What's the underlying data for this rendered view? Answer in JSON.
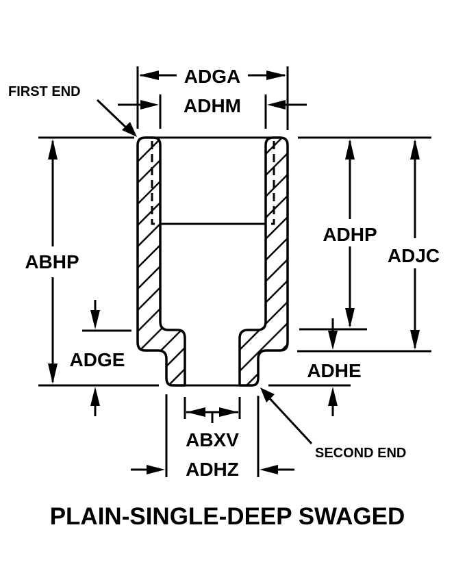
{
  "title": "PLAIN-SINGLE-DEEP SWAGED",
  "callouts": {
    "first_end": "FIRST END",
    "second_end": "SECOND END"
  },
  "dimensions": {
    "outer_diameter_first_end": "ADGA",
    "inner_diameter_first_end": "ADHM",
    "overall_length": "ABHP",
    "swage_depth": "ADHP",
    "body_length": "ADJC",
    "neck_length_left": "ADGE",
    "neck_length_right": "ADHE",
    "inner_diameter_second_end": "ABXV",
    "outer_diameter_second_end": "ADHZ"
  },
  "colors": {
    "ink": "#000000",
    "background": "#ffffff"
  }
}
